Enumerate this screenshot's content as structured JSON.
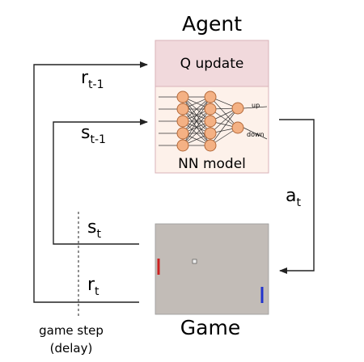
{
  "agent": {
    "title": "Agent",
    "q_update_label": "Q update",
    "nn_model_label": "NN model",
    "output_up": "up",
    "output_down": "down",
    "network_layers": [
      5,
      5,
      2
    ]
  },
  "game": {
    "title": "Game",
    "paddle_left_color": "#cc2222",
    "paddle_right_color": "#2233cc",
    "screen_color": "#c2bcb7"
  },
  "signals": {
    "reward_prev": {
      "base": "r",
      "sub": "t-1"
    },
    "state_prev": {
      "base": "s",
      "sub": "t-1"
    },
    "action": {
      "base": "a",
      "sub": "t"
    },
    "state": {
      "base": "s",
      "sub": "t"
    },
    "reward": {
      "base": "r",
      "sub": "t"
    }
  },
  "game_step": {
    "line1": "game step",
    "line2": "(delay)"
  },
  "colors": {
    "q_update_fill": "#f1d9dc",
    "nn_fill": "#fdf1ea",
    "neuron_fill": "#f4b184",
    "neuron_stroke": "#b3693a"
  }
}
